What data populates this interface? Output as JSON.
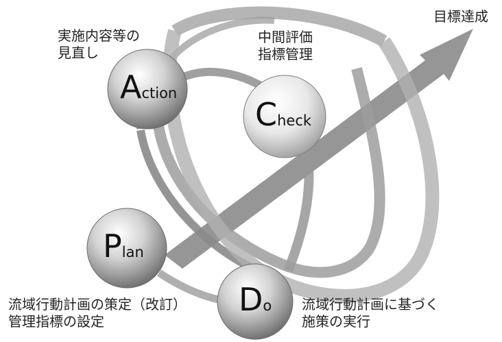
{
  "goal_label": "目標達成",
  "cycle": {
    "action": {
      "initial": "A",
      "rest": "ction"
    },
    "check": {
      "initial": "C",
      "rest": "heck"
    },
    "plan": {
      "initial": "P",
      "rest": "lan"
    },
    "do": {
      "initial": "D",
      "rest": "o"
    }
  },
  "notes": {
    "action_line1": "実施内容等の",
    "action_line2": "見直し",
    "check_line1": "中間評価",
    "check_line2": "指標管理",
    "plan_line1": "流域行動計画の策定（改訂）",
    "plan_line2": "管理指標の設定",
    "do_line1": "流域行動計画に基づく",
    "do_line2": "施策の実行"
  },
  "colors": {
    "spiral": "#9a9a9a",
    "spiral_dark": "#6e6e6e",
    "arrow": "#8a8a8a",
    "sphere_light": "#ffffff",
    "sphere_mid": "#c4c4c4",
    "sphere_dark": "#7a7a7a"
  }
}
